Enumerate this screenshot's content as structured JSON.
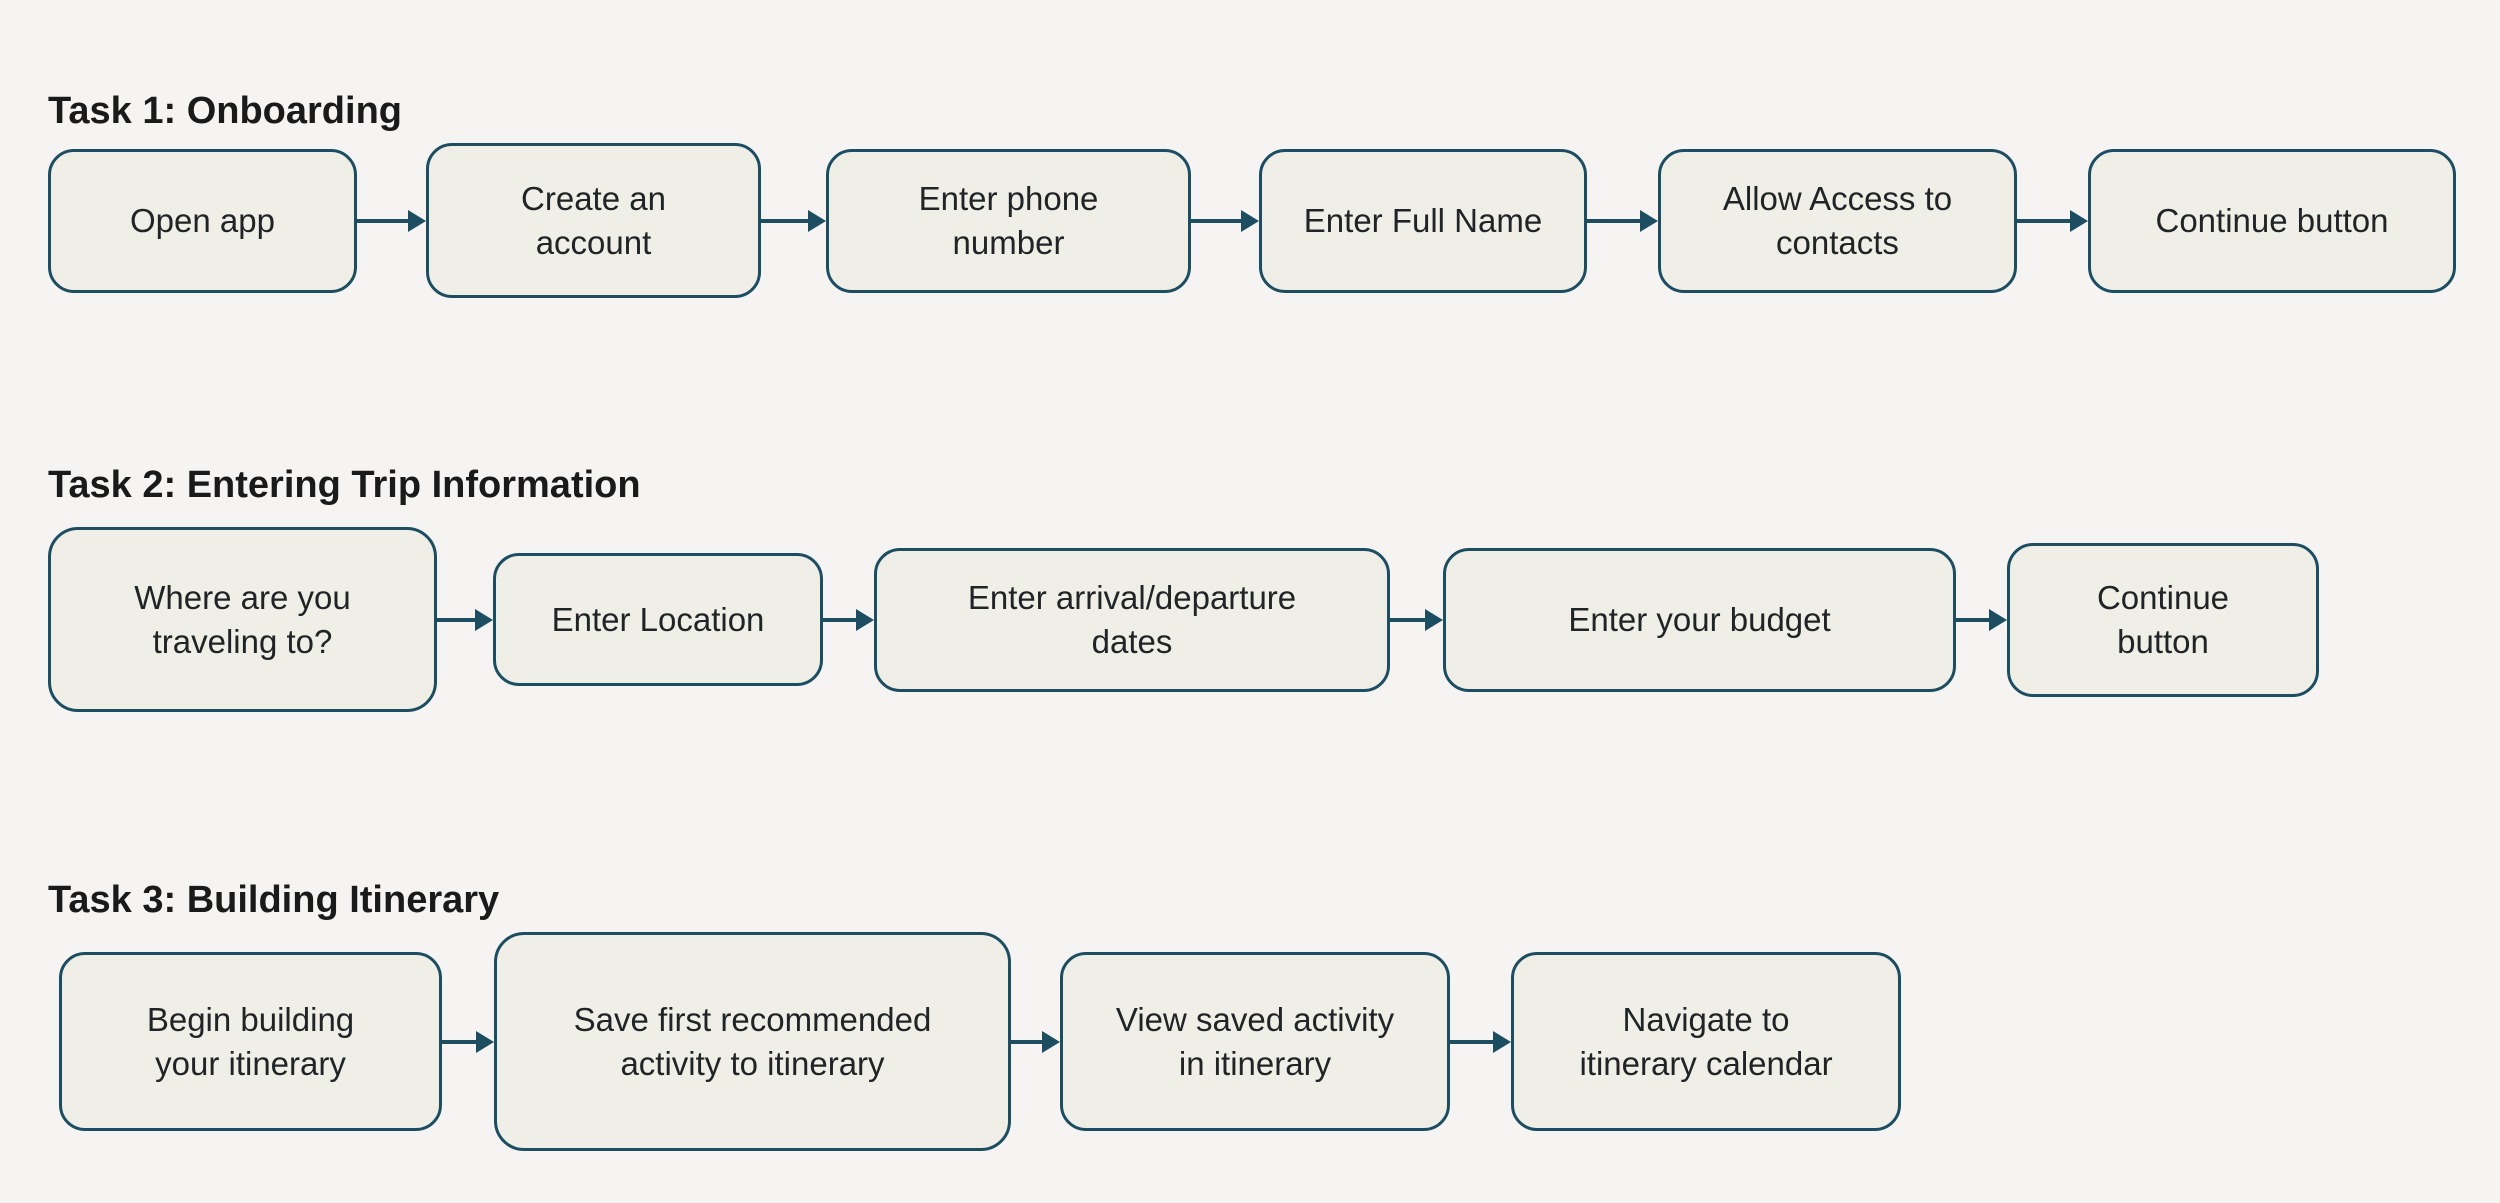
{
  "style": {
    "page_bg": "#f5f4f3",
    "box_fill": "#efefe8",
    "box_border": "#1d4d61",
    "arrow_color": "#1d4d61",
    "title_color": "#1a1a1a",
    "box_text_color": "#212427"
  },
  "flows": [
    {
      "title": "Task 1: Onboarding",
      "steps": [
        {
          "label": "Open app"
        },
        {
          "label": "Create an\naccount"
        },
        {
          "label": "Enter phone\nnumber"
        },
        {
          "label": "Enter Full Name"
        },
        {
          "label": "Allow Access to\ncontacts"
        },
        {
          "label": "Continue button"
        }
      ]
    },
    {
      "title": "Task 2: Entering Trip Information",
      "steps": [
        {
          "label": "Where are you\ntraveling to?"
        },
        {
          "label": "Enter Location"
        },
        {
          "label": "Enter arrival/departure\ndates"
        },
        {
          "label": "Enter your budget"
        },
        {
          "label": "Continue\nbutton"
        }
      ]
    },
    {
      "title": "Task 3: Building Itinerary",
      "steps": [
        {
          "label": "Begin building\nyour itinerary"
        },
        {
          "label": "Save first recommended\nactivity to itinerary"
        },
        {
          "label": "View saved activity\nin itinerary"
        },
        {
          "label": "Navigate to\nitinerary calendar"
        }
      ]
    }
  ]
}
